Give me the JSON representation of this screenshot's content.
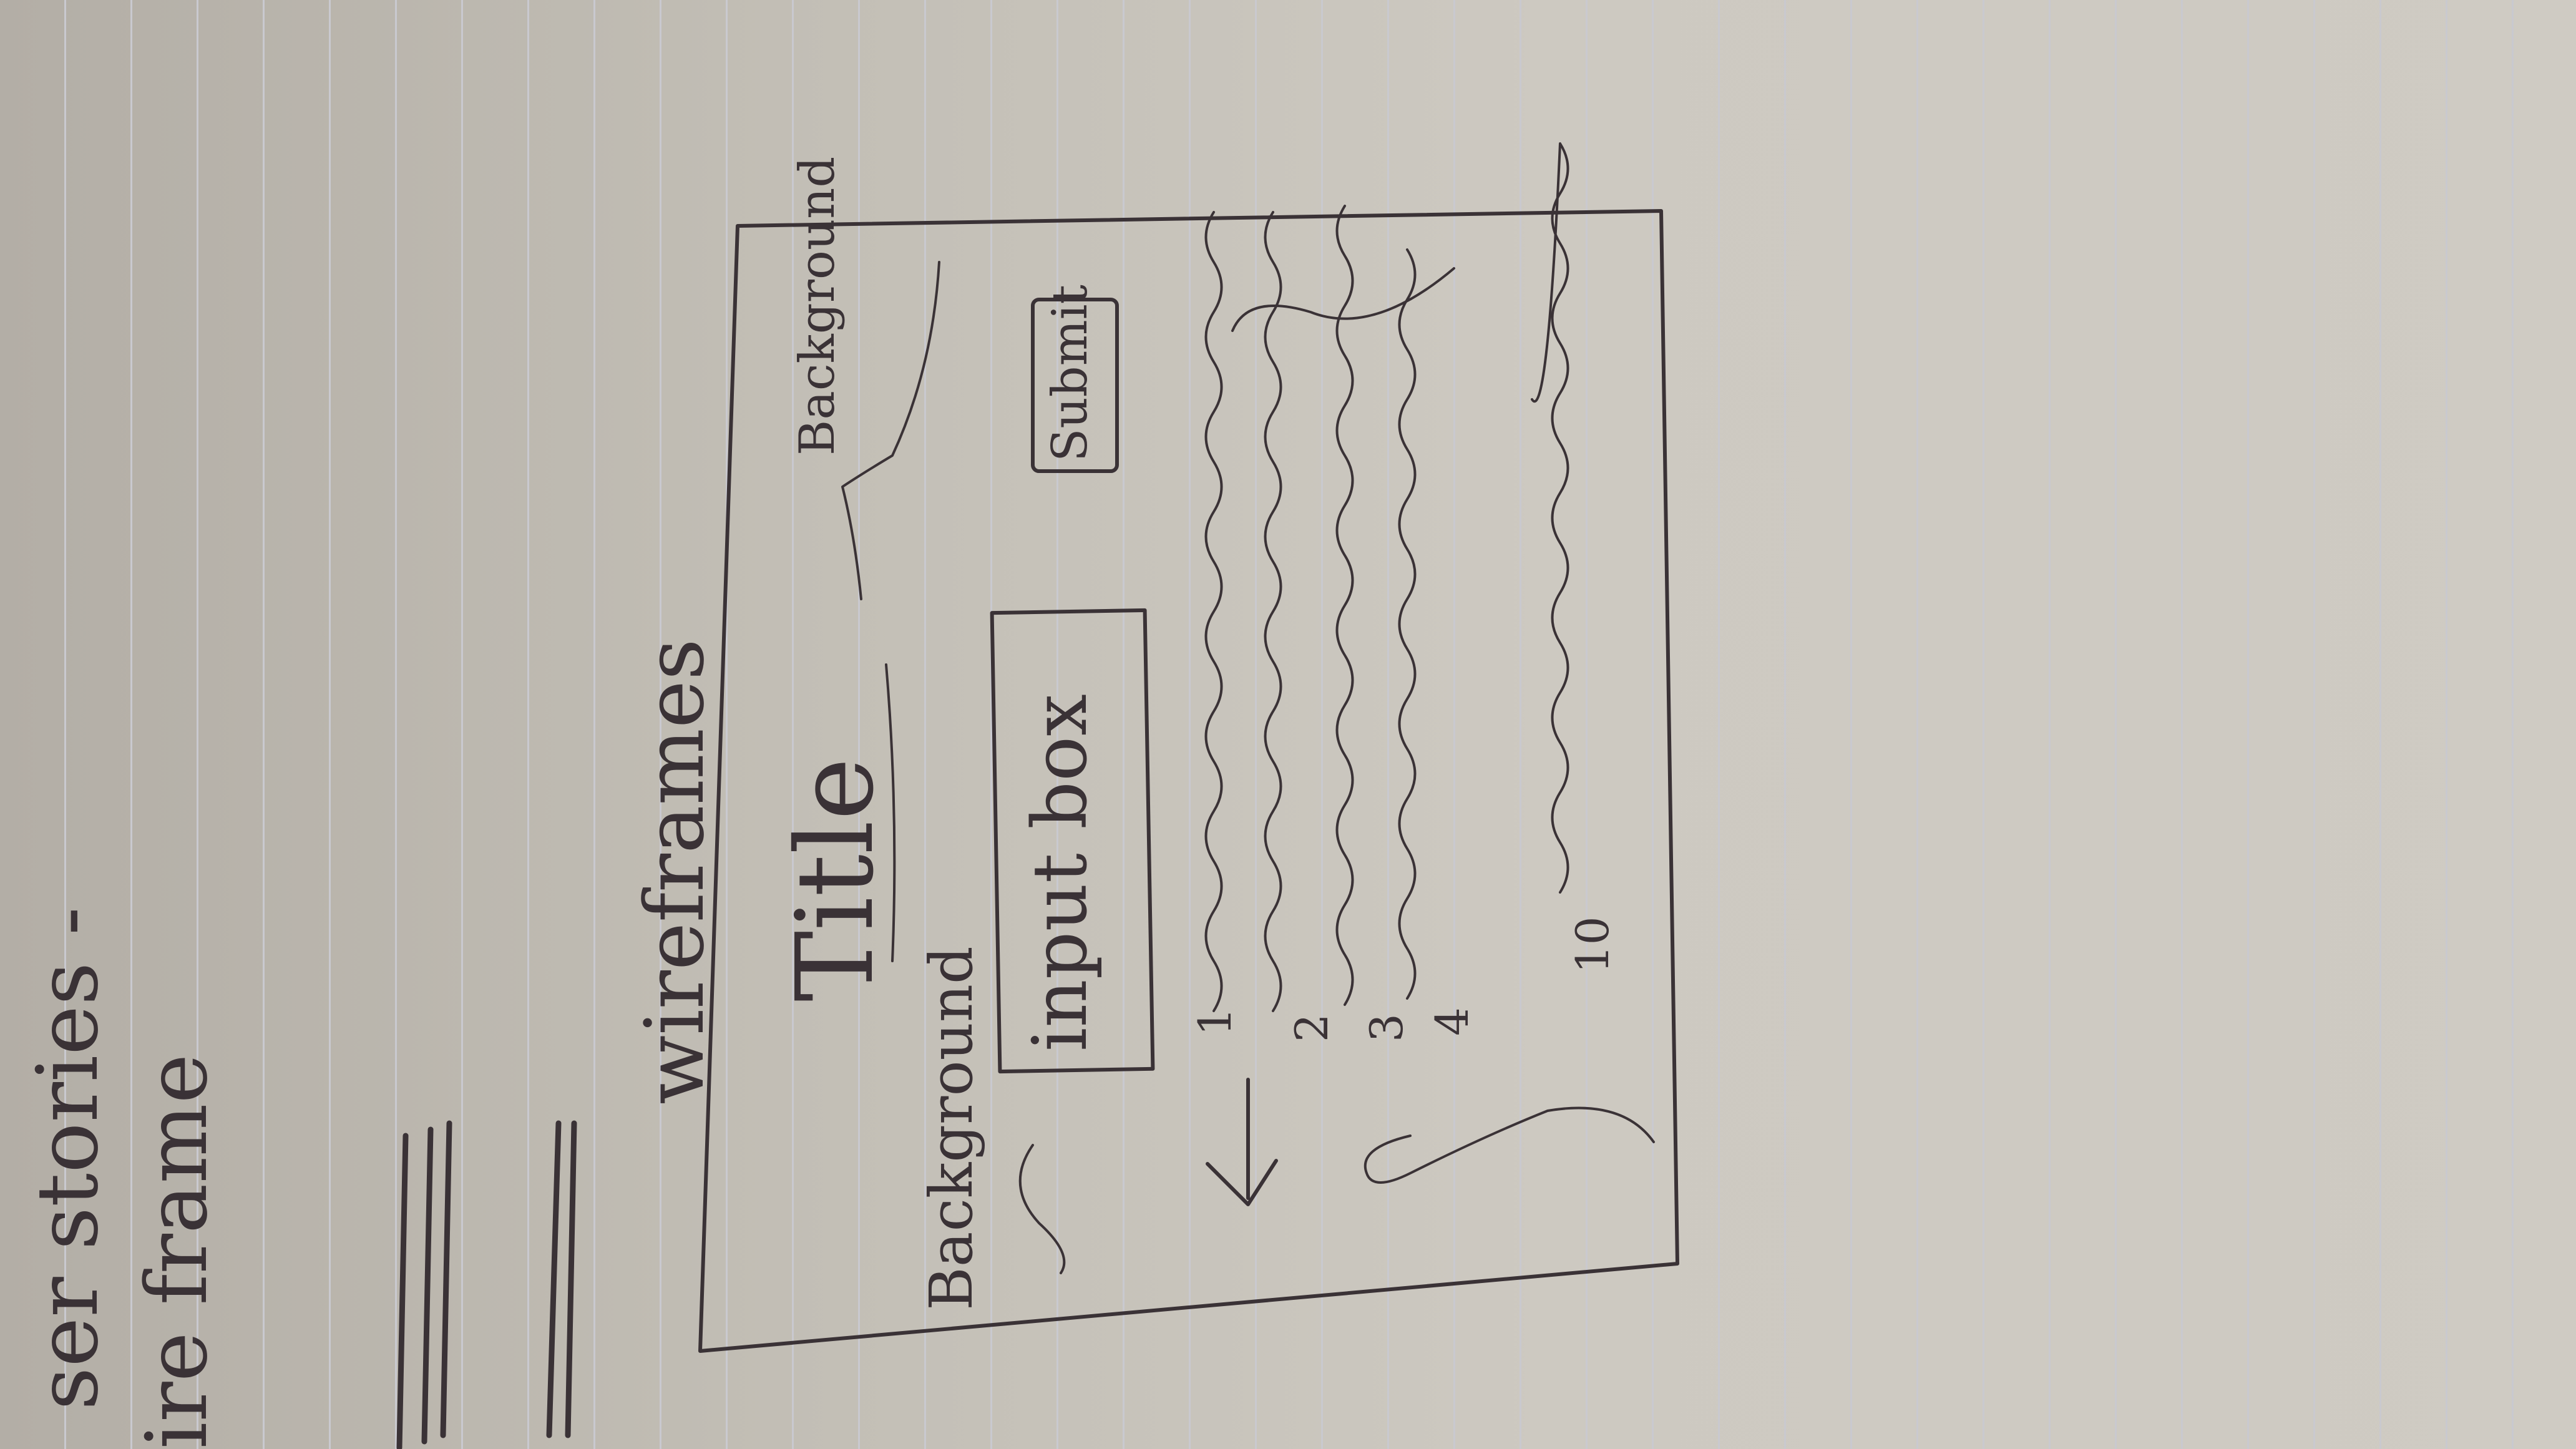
{
  "notes": {
    "line1": "ser stories -",
    "line2": "ire frame"
  },
  "sketch": {
    "heading": "wireframes",
    "title": "Title",
    "background_left": "Background",
    "background_right": "Background",
    "input_box": "input box",
    "submit": "Submit",
    "list_numbers": [
      "1",
      "2",
      "3",
      "4",
      "10"
    ]
  }
}
